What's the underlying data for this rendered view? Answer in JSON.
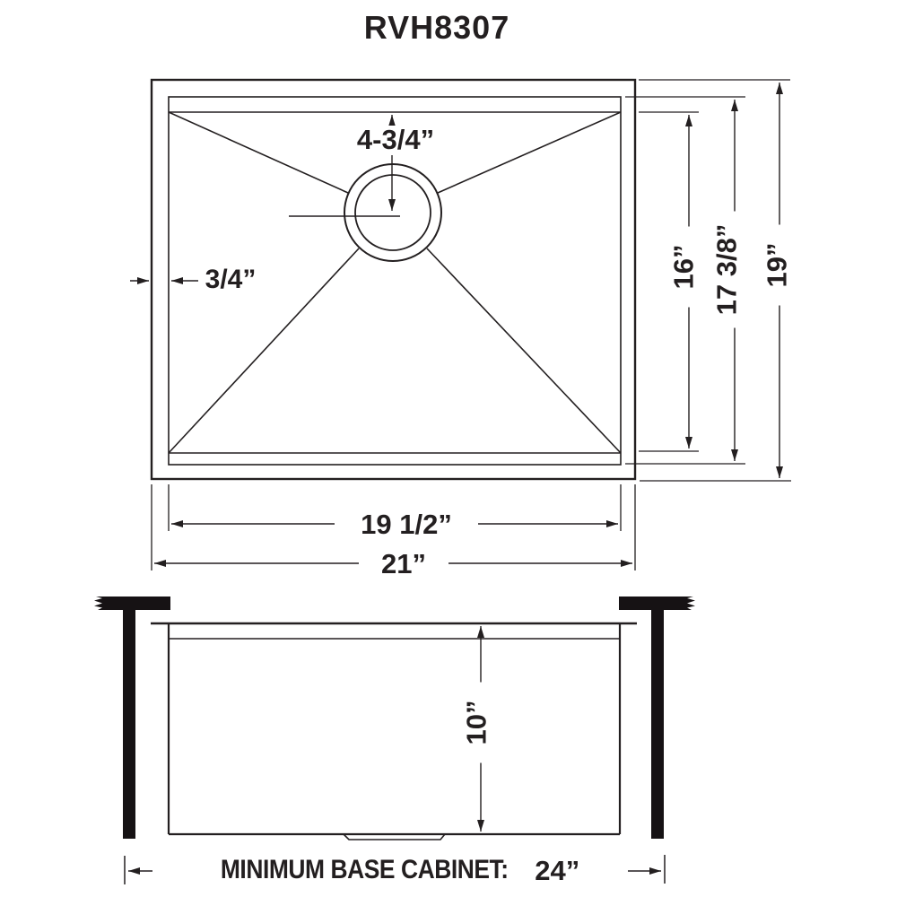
{
  "title": "RVH8307",
  "colors": {
    "line": "#231f20",
    "background": "#ffffff"
  },
  "top_view": {
    "drain_offset_label": "4-3/4”",
    "rim_width_label": "3/4”",
    "bowl_front_back_label": "16”",
    "mid_front_back_label": "17 3/8”",
    "overall_front_back_label": "19”",
    "bowl_width_label": "19 1/2”",
    "overall_width_label": "21”"
  },
  "side_view": {
    "bowl_height_label": "10”",
    "cabinet_label": "MINIMUM BASE CABINET:",
    "cabinet_value": "24”"
  }
}
